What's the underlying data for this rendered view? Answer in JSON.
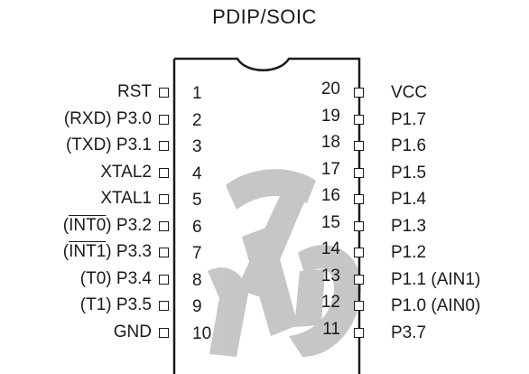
{
  "title": "PDIP/SOIC",
  "pins_left": [
    {
      "num": "1",
      "prefix": "",
      "func": "RST"
    },
    {
      "num": "2",
      "prefix": "(RXD) ",
      "func": "P3.0"
    },
    {
      "num": "3",
      "prefix": "(TXD) ",
      "func": "P3.1"
    },
    {
      "num": "4",
      "prefix": "",
      "func": "XTAL2"
    },
    {
      "num": "5",
      "prefix": "",
      "func": "XTAL1"
    },
    {
      "num": "6",
      "prefix_overline": "INT0",
      "func": "P3.2"
    },
    {
      "num": "7",
      "prefix_overline": "INT1",
      "func": "P3.3"
    },
    {
      "num": "8",
      "prefix": "(T0) ",
      "func": "P3.4"
    },
    {
      "num": "9",
      "prefix": "(T1) ",
      "func": "P3.5"
    },
    {
      "num": "10",
      "prefix": "",
      "func": "GND"
    }
  ],
  "pins_right": [
    {
      "num": "20",
      "func": "VCC",
      "suffix": ""
    },
    {
      "num": "19",
      "func": "P1.7",
      "suffix": ""
    },
    {
      "num": "18",
      "func": "P1.6",
      "suffix": ""
    },
    {
      "num": "17",
      "func": "P1.5",
      "suffix": ""
    },
    {
      "num": "16",
      "func": "P1.4",
      "suffix": ""
    },
    {
      "num": "15",
      "func": "P1.3",
      "suffix": ""
    },
    {
      "num": "14",
      "func": "P1.2",
      "suffix": ""
    },
    {
      "num": "13",
      "func": "P1.1",
      "suffix": " (AIN1)"
    },
    {
      "num": "12",
      "func": "P1.0",
      "suffix": " (AIN0)"
    },
    {
      "num": "11",
      "func": "P3.7",
      "suffix": ""
    }
  ]
}
